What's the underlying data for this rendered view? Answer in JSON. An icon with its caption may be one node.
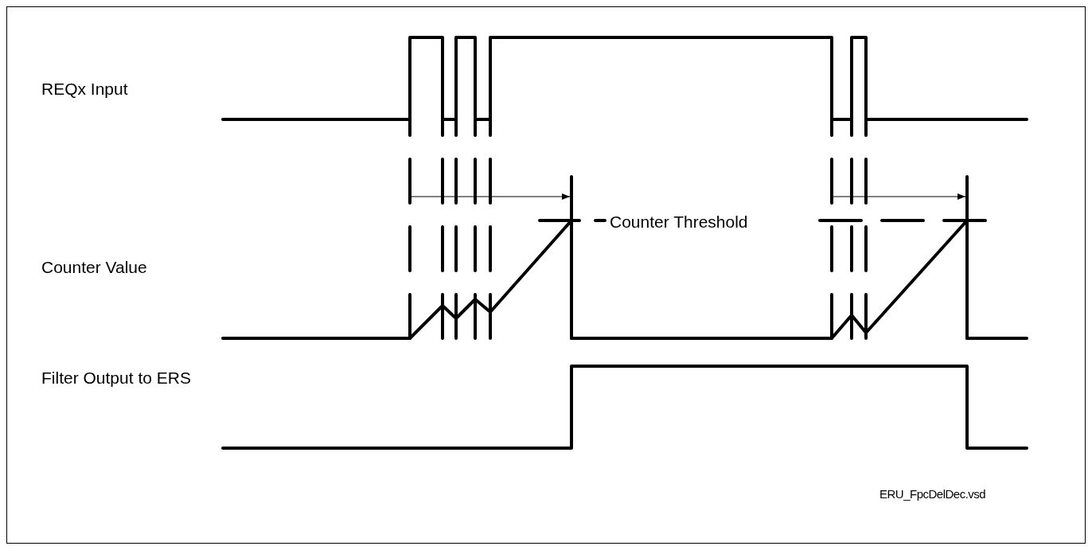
{
  "diagram": {
    "labels": [
      "REQx Input",
      "Counter Value",
      "Filter Output to ERS",
      "Counter Threshold",
      "ERU_FpcDelDec.vsd"
    ]
  }
}
